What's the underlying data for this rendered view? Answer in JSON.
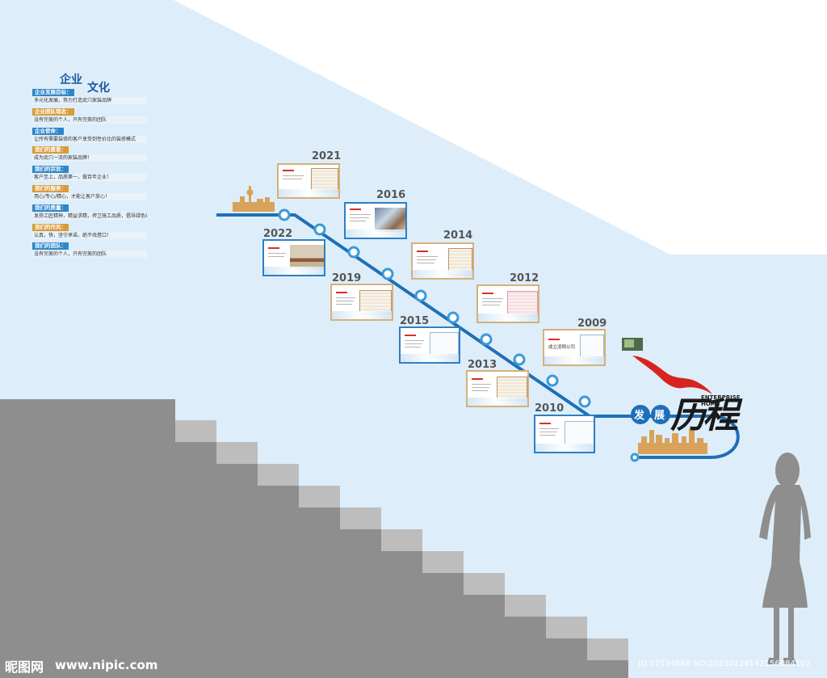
{
  "culture": {
    "title_part1": "企业",
    "title_part2": "文化",
    "items": [
      {
        "tag": "企业发展目标：",
        "text": "多元化发展，努力打造武穴家装品牌",
        "color": "#2e86c8"
      },
      {
        "tag": "企业团队理念：",
        "text": "没有完美的个人，只有完美的团队",
        "color": "#d99a3a"
      },
      {
        "tag": "企业使命：",
        "text": "让所有需要装修的客户享受到性价比的装修模式",
        "color": "#2e86c8"
      },
      {
        "tag": "我们的愿景：",
        "text": "成为武穴一流的家装品牌！",
        "color": "#d99a3a"
      },
      {
        "tag": "我们的宗旨：",
        "text": "客户至上，品质第一，做百年企业！",
        "color": "#2e86c8"
      },
      {
        "tag": "我们的服务：",
        "text": "用心/专心/精心，才能让客户放心！",
        "color": "#d99a3a"
      },
      {
        "tag": "我们的质量：",
        "text": "发扬工匠精神，精益求精，捍卫施工品质，倡导绿色家装！",
        "color": "#2e86c8"
      },
      {
        "tag": "我们的作风：",
        "text": "认真，快，坚守承诺，绝不找借口！",
        "color": "#d99a3a"
      },
      {
        "tag": "我们的团队：",
        "text": "没有完美的个人，只有完美的团队",
        "color": "#2e86c8"
      }
    ]
  },
  "timeline": {
    "years": [
      "2021",
      "2016",
      "2022",
      "2014",
      "2019",
      "2012",
      "2015",
      "2009",
      "2013",
      "2010"
    ],
    "card_2009_text": "成立凌翔公司"
  },
  "logo": {
    "main_1": "发",
    "main_2": "展",
    "calligraphy": "历程",
    "en_line1": "ENTERPRISE",
    "en_line2": "HOME"
  },
  "watermark": {
    "site_cn": "昵图网",
    "site_url": "www.nipic.com",
    "id_text": "ID:27534648 NO:20230224142156084102"
  },
  "colors": {
    "wall_blue": "#ddeefa",
    "line_blue": "#1f6fb8",
    "stairs_gray": "#8e8e8e",
    "gold": "#d9a25a",
    "red": "#d8231f"
  }
}
